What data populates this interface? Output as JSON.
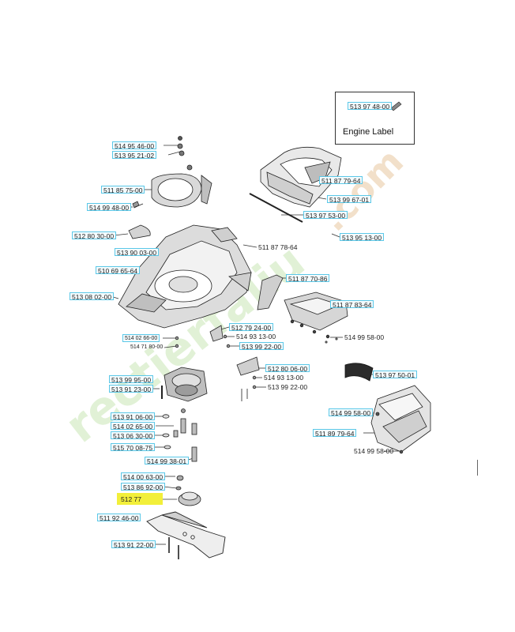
{
  "engine_label": {
    "title": "Engine Label",
    "part": "513 97 48-00"
  },
  "watermark": {
    "primary": "rectierfaliu",
    "secondary": ".com",
    "colors": [
      "#f7c9a8",
      "#c9e6b6",
      "#f3c38c"
    ]
  },
  "highlight_color": "#f2ef3a",
  "label_border_color": "#5bc8e8",
  "parts": [
    "514 95 46-00",
    "513 95 21-02",
    "511 85 75-00",
    "514 99 48-00",
    "512 80 30-00",
    "513 90 03-00",
    "510 69 65-64",
    "513 08 02-00",
    "514 02 66-00",
    "514 71 80-00",
    "511 87 79-64",
    "513 99 67-01",
    "513 97 53-00",
    "513 95 13-00",
    "511 87 78-64",
    "511 87 70-86",
    "511 87 83-64",
    "514 99 58-00",
    "512 79 24-00",
    "514 93 13-00",
    "513 99 22-00",
    "512 80 06-00",
    "514 93 13-00",
    "513 99 22-00",
    "513 99 95-00",
    "513 91 23-00",
    "513 97 50-01",
    "514 99 58-00",
    "511 89 79-64",
    "514 99 58-00",
    "513 91 06-00",
    "514 02 65-00",
    "513 06 30-00",
    "515 70 08-75",
    "514 99 38-01",
    "514 00 63-00",
    "513 86 92-00",
    "512 77",
    "511 92 46-00",
    "513 91 22-00"
  ]
}
